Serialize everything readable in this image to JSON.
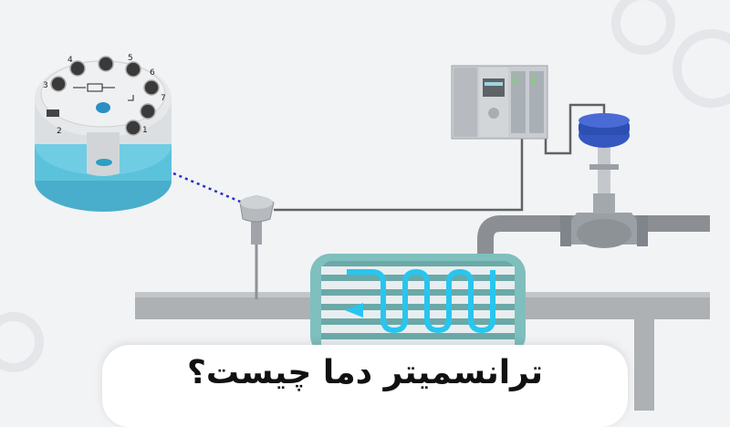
{
  "title": "ترانسمیتر دما چیست؟",
  "transmitter": {
    "terminals": [
      "1",
      "2",
      "3",
      "4",
      "5",
      "6",
      "7"
    ]
  },
  "colors": {
    "background": "#f2f3f5",
    "pipe": "#aeb1b4",
    "process_pipe": "#8b8f93",
    "wire": "#5f6366",
    "signal_link": "#2a2fc4",
    "transmitter_body": "#e6e8ea",
    "transmitter_base": "#5bc2dc",
    "exchanger_body": "#7fbfbe",
    "flow_coil": "#27c6ef",
    "actuator": "#2d4fb3",
    "valve_body": "#9aa0a5",
    "plc": "#c9ccd0"
  }
}
